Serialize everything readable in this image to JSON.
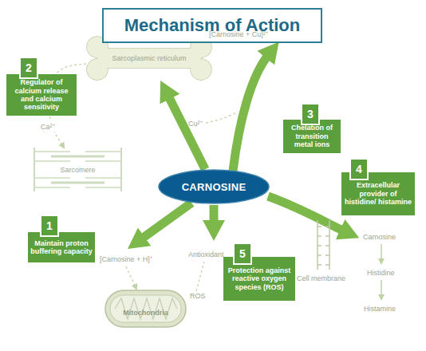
{
  "diagram": {
    "title": "Mechanism of Action",
    "nodes": [
      {
        "text": [
          "2",
          "Regulator of calcium release and calcium sensitivity"
        ]
      },
      {
        "text": [
          "Sarcoplasmic reticulum"
        ]
      },
      {
        "text": [
          "3",
          "Chelation of transition metal ions"
        ]
      },
      {
        "text": [
          "Sarcomere"
        ]
      },
      {
        "text": [
          "CARNOSINE"
        ]
      },
      {
        "text": [
          "4",
          "Extracellular provider of histidine/ histamine"
        ]
      },
      {
        "text": [
          "1",
          "Maintain proton buffering capacity"
        ]
      },
      {
        "text": [
          "5",
          "Protection against reactive oxygen species (ROS)"
        ]
      },
      {
        "text": [
          "Mitochondria"
        ]
      }
    ],
    "edges": [
      {
        "from": 4,
        "to": 1,
        "arrow": "to"
      },
      {
        "from": 1,
        "to": 3,
        "label": "Ca²⁺",
        "arrow": "to"
      },
      {
        "from": 4,
        "to": 8,
        "label": "[Carnosine + H]⁺",
        "arrow": "to"
      }
    ],
    "labels": [
      "[Carnosine + Cu]²⁺",
      "Cu²⁺",
      "Antioxidant",
      "ROS",
      "Cell membrane",
      "Carnosine",
      "Histidine",
      "Histamine"
    ]
  }
}
